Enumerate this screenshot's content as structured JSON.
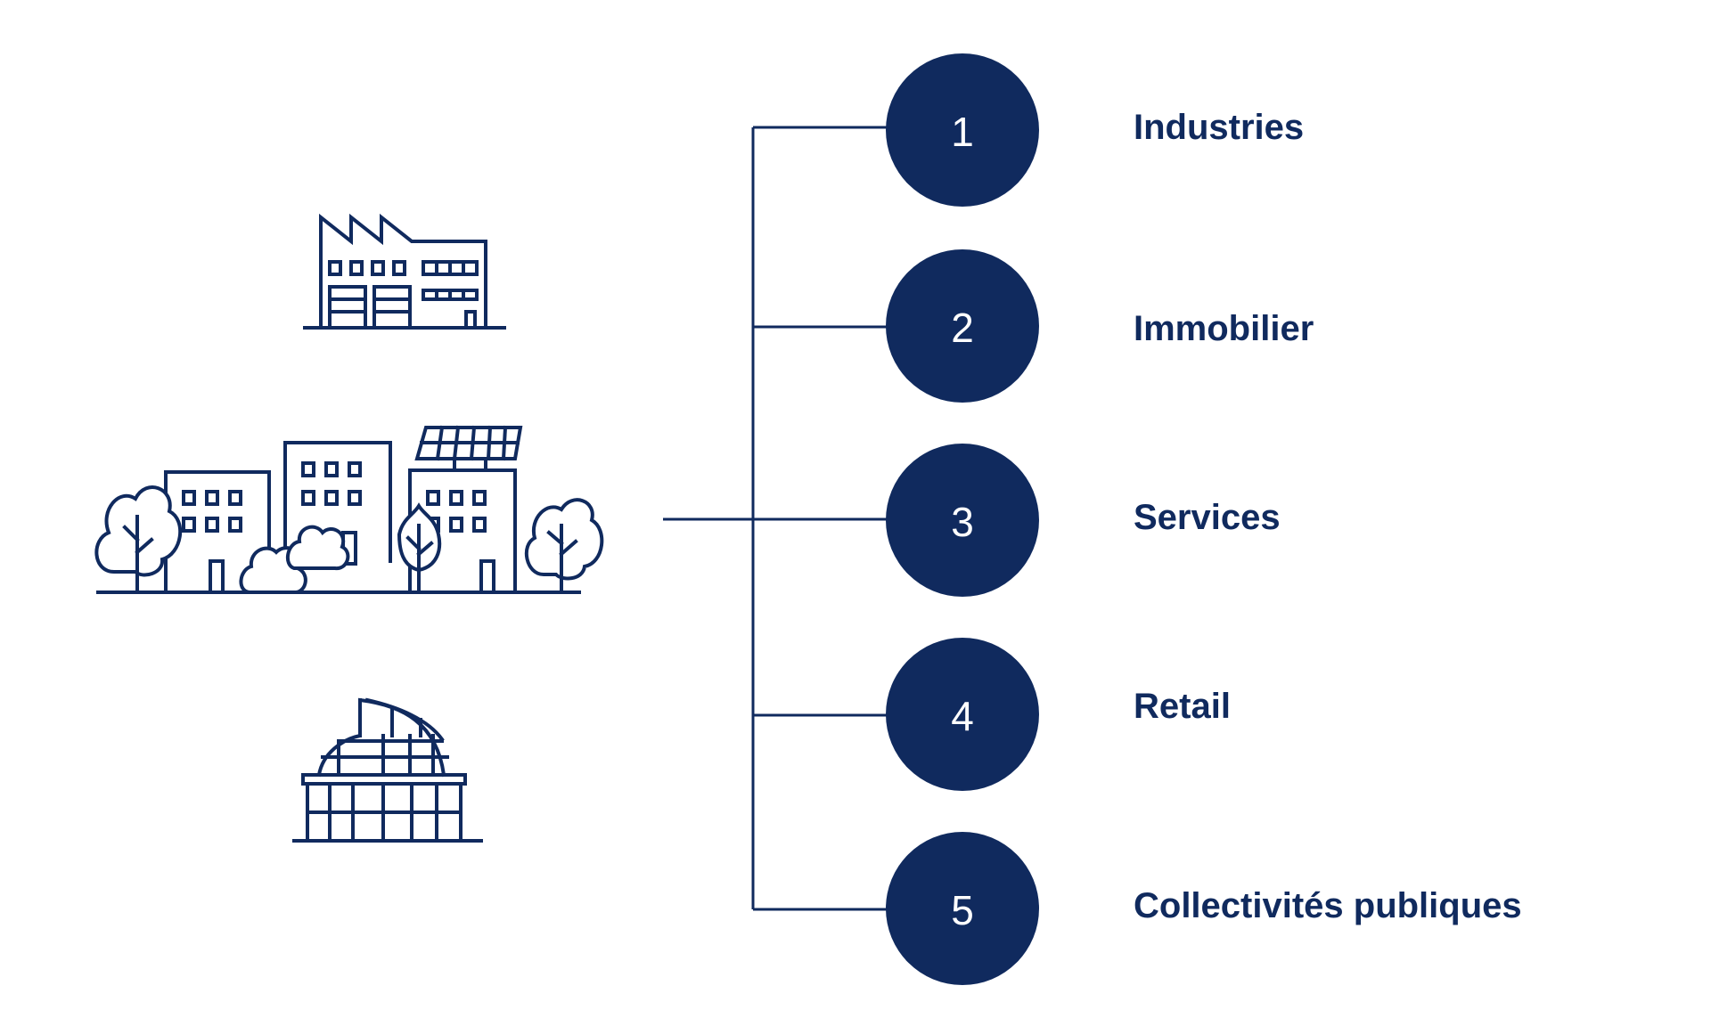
{
  "colors": {
    "navy": "#102a5e",
    "white": "#ffffff"
  },
  "icons": [
    "factory-icon",
    "city-buildings-icon",
    "glass-building-icon"
  ],
  "items": [
    {
      "number": "1",
      "label": "Industries"
    },
    {
      "number": "2",
      "label": "Immobilier"
    },
    {
      "number": "3",
      "label": "Services"
    },
    {
      "number": "4",
      "label": "Retail"
    },
    {
      "number": "5",
      "label": "Collectivités publiques"
    }
  ]
}
